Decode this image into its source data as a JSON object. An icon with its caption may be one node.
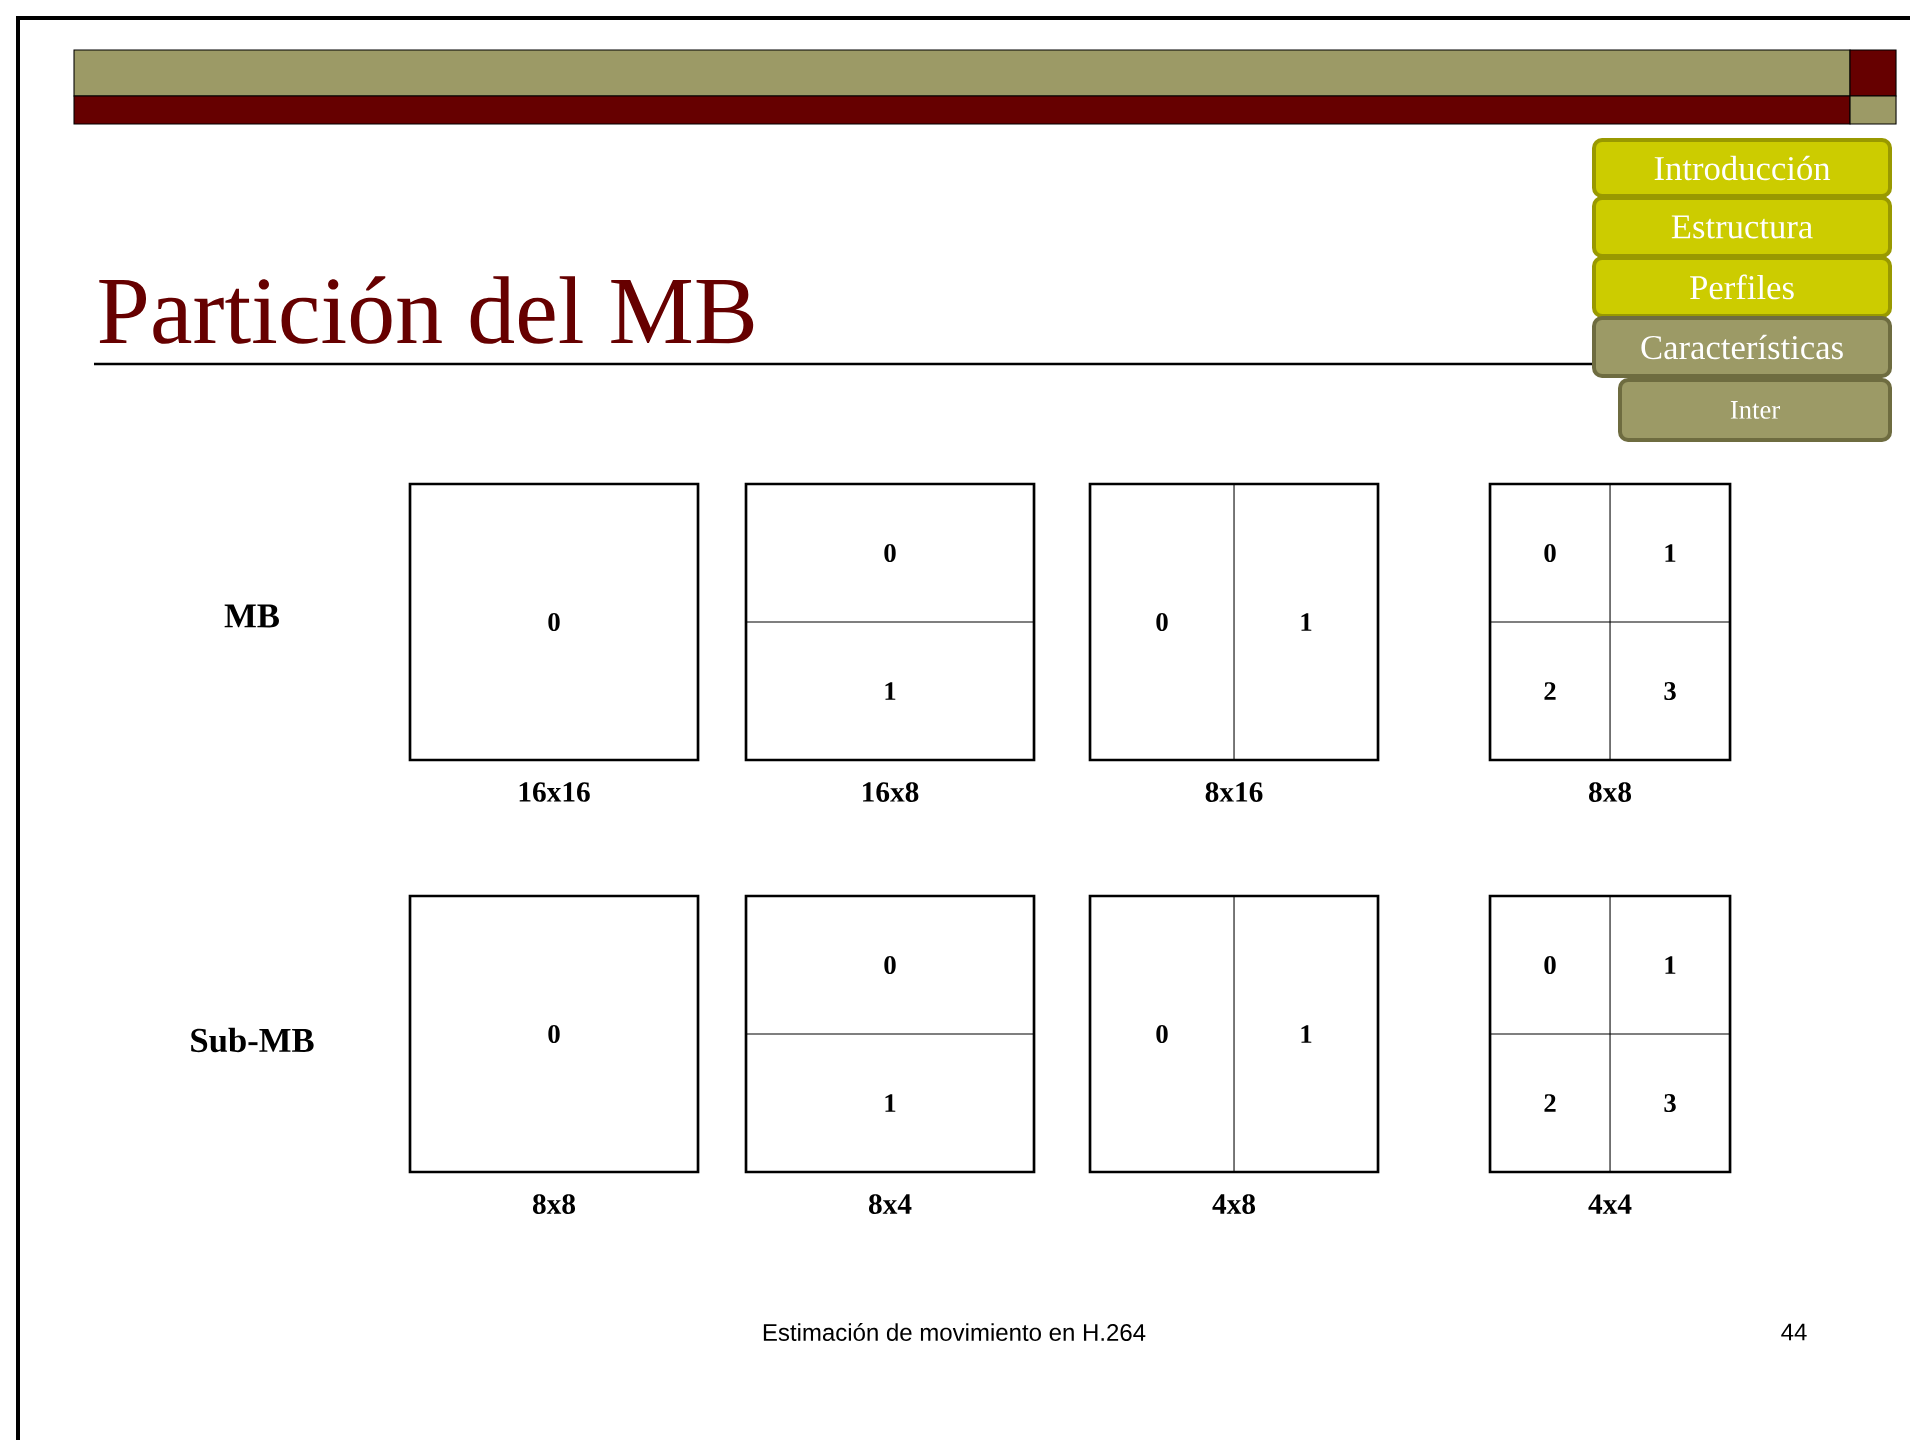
{
  "diagram": {
    "title": "Partición del MB",
    "nodes": [
      {
        "text": [
          "Introducción"
        ]
      },
      {
        "text": [
          "Estructura"
        ]
      },
      {
        "text": [
          "Perfiles"
        ]
      },
      {
        "text": [
          "Características"
        ]
      },
      {
        "text": [
          "Inter"
        ]
      },
      {
        "text": [
          "0"
        ],
        "beside": [
          "16x16"
        ]
      },
      {
        "text": [
          "0",
          "1"
        ],
        "beside": [
          "16x8"
        ]
      },
      {
        "text": [
          "0",
          "1"
        ],
        "beside": [
          "8x16"
        ]
      },
      {
        "text": [
          "0",
          "1",
          "2",
          "3"
        ],
        "beside": [
          "8x8"
        ]
      },
      {
        "text": [
          "0"
        ],
        "beside": [
          "8x8"
        ]
      },
      {
        "text": [
          "0",
          "1"
        ],
        "beside": [
          "8x4"
        ]
      },
      {
        "text": [
          "0",
          "1"
        ],
        "beside": [
          "4x8"
        ]
      },
      {
        "text": [
          "0",
          "1",
          "2",
          "3"
        ],
        "beside": [
          "4x4"
        ]
      }
    ],
    "edges": [],
    "labels": [
      "MB",
      "Sub-MB",
      "Estimación de movimiento en H.264",
      "44"
    ]
  }
}
